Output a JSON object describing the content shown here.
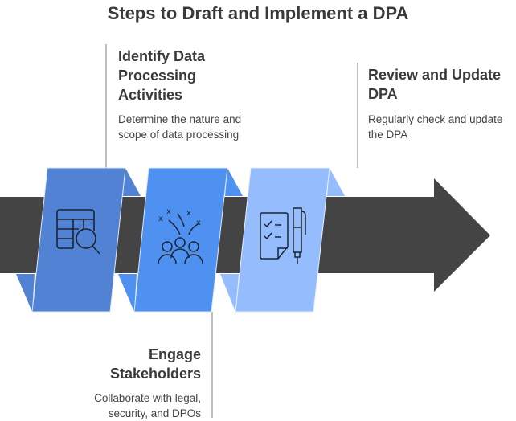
{
  "title": "Steps to Draft and Implement a DPA",
  "colors": {
    "arrow": "#444444",
    "step1": "#5282d4",
    "step2": "#4f91f0",
    "step3": "#95bcfc",
    "connector": "#aaaaaa"
  },
  "steps": [
    {
      "title": "Identify Data Processing Activities",
      "title_lines": [
        "Identify Data",
        "Processing",
        "Activities"
      ],
      "description_lines": [
        "Determine the nature and",
        "scope of data processing"
      ],
      "icon": "table-search-icon"
    },
    {
      "title": "Engage Stakeholders",
      "title_lines": [
        "Engage",
        "Stakeholders"
      ],
      "description_lines": [
        "Collaborate with legal,",
        "security, and DPOs"
      ],
      "icon": "team-ideas-icon"
    },
    {
      "title": "Review and Update DPA",
      "title_lines": [
        "Review and Update",
        "DPA"
      ],
      "description_lines": [
        "Regularly check and update",
        "the DPA"
      ],
      "icon": "checklist-pen-icon"
    }
  ]
}
